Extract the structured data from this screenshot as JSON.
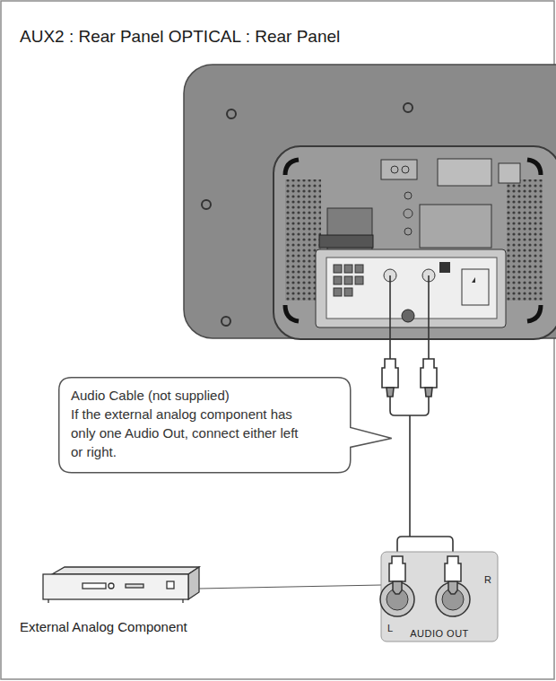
{
  "diagram": {
    "title": "AUX2 : Rear Panel OPTICAL : Rear Panel",
    "nodes": [
      {
        "text": [
          "Audio Cable (not supplied)",
          "If the external analog component has only one Audio Out, connect either left or right."
        ]
      },
      {
        "text": [
          "AUDIO OUT"
        ]
      }
    ],
    "labels": [
      "L",
      "R",
      "External Analog Component"
    ]
  }
}
